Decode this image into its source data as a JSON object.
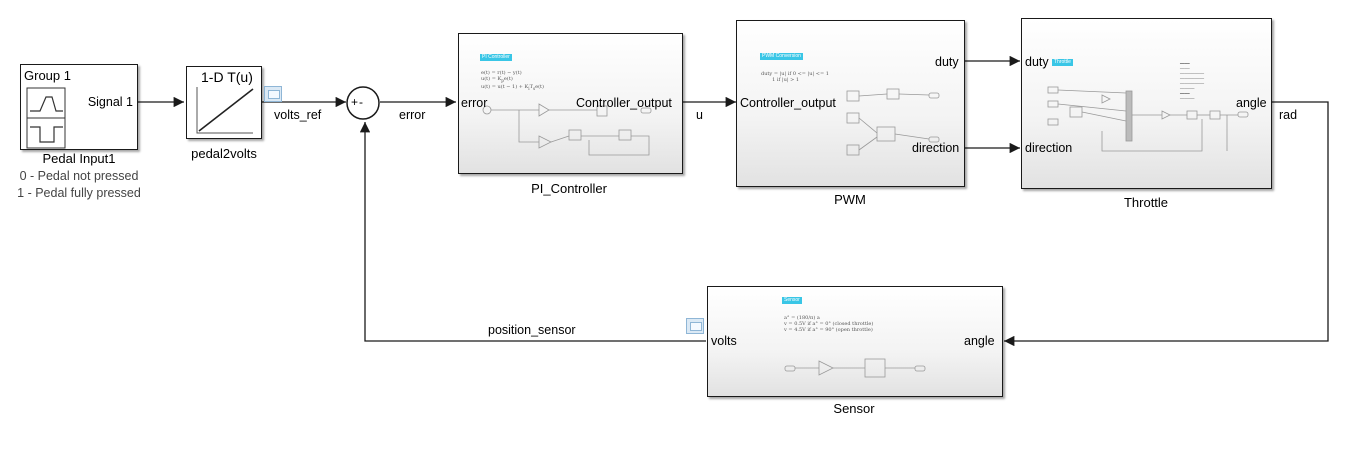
{
  "pedal_input": {
    "group_label": "Group 1",
    "signal_label": "Signal 1",
    "name": "Pedal Input1",
    "notes": [
      "0 - Pedal not pressed",
      "1 - Pedal fully pressed"
    ]
  },
  "lookup": {
    "symbol": "1-D T(u)",
    "name": "pedal2volts"
  },
  "sum": {
    "signs": "+-"
  },
  "pi_controller": {
    "name": "PI_Controller",
    "in_port": "error",
    "out_port": "Controller_output",
    "preview_title": "PI Controller"
  },
  "pwm": {
    "name": "PWM",
    "in_port": "Controller_output",
    "out_ports": [
      "duty",
      "direction"
    ],
    "preview_title": "PWM Conversion"
  },
  "throttle": {
    "name": "Throttle",
    "in_ports": [
      "duty",
      "direction"
    ],
    "out_port": "angle",
    "preview_title": "Throttle"
  },
  "sensor": {
    "name": "Sensor",
    "in_port": "angle",
    "out_port": "volts",
    "preview_title": "Sensor"
  },
  "signals": {
    "volts_ref": "volts_ref",
    "error": "error",
    "u": "u",
    "rad": "rad",
    "position_sensor": "position_sensor"
  },
  "colors": {
    "line": "#1a1a1a",
    "preview_title_bg": "#39c6e6",
    "scope": "#8fb6d6"
  }
}
